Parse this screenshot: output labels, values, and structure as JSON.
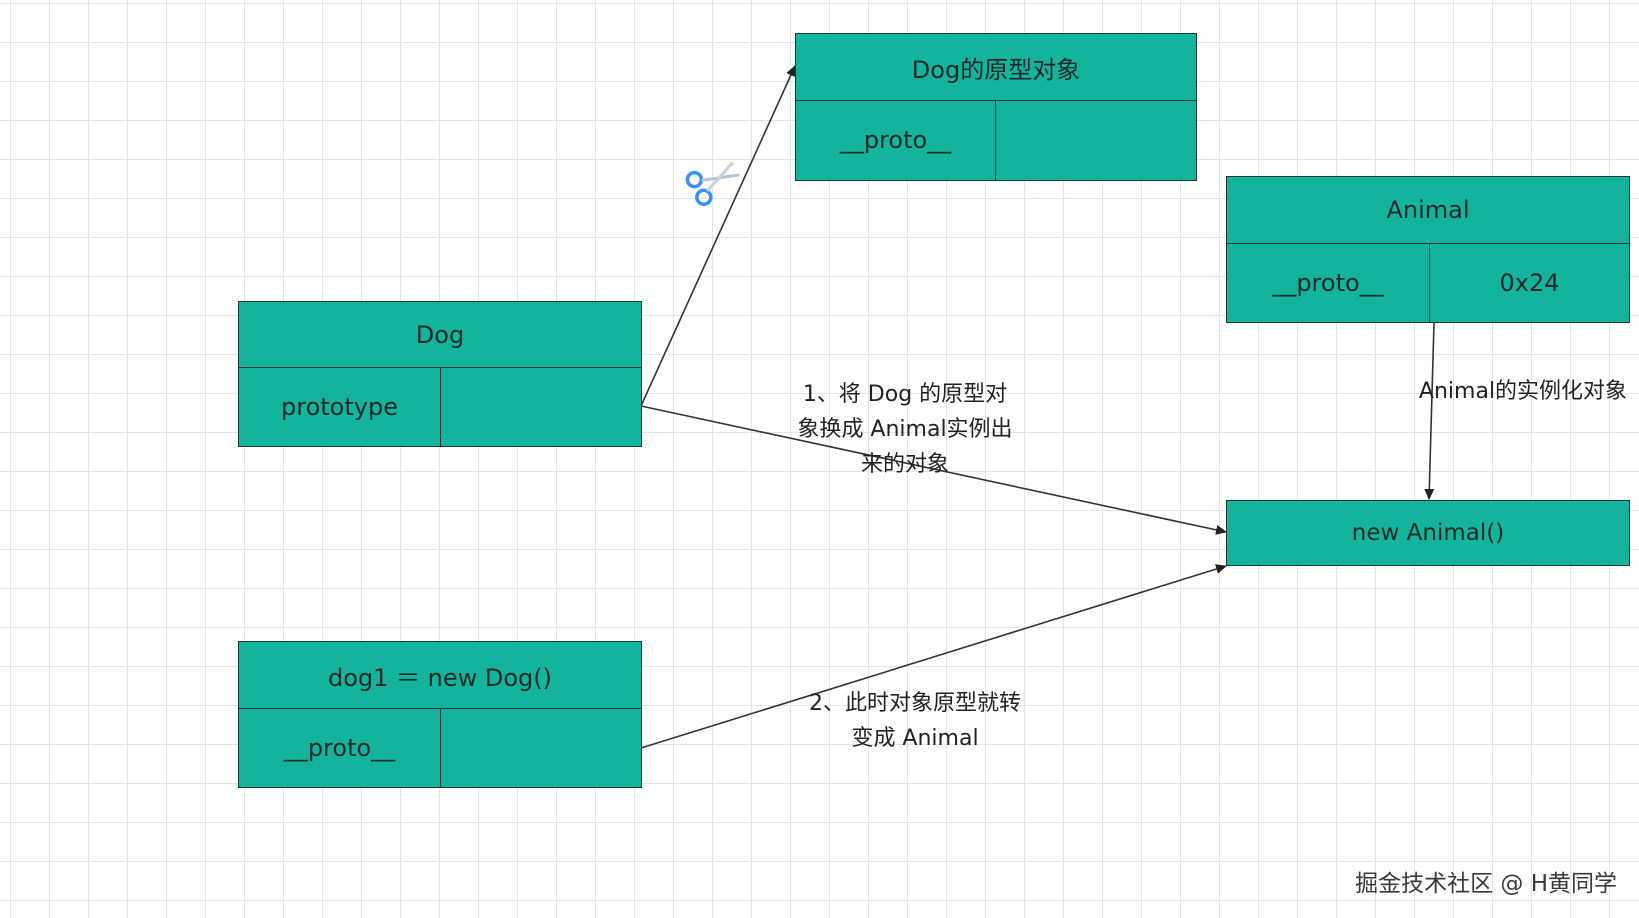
{
  "nodes": {
    "dog_prototype": {
      "title": "Dog的原型对象",
      "left_cell": "__proto__",
      "right_cell": ""
    },
    "animal": {
      "title": "Animal",
      "left_cell": "__proto__",
      "right_cell": "0x24"
    },
    "dog": {
      "title": "Dog",
      "left_cell": "prototype",
      "right_cell": ""
    },
    "dog1": {
      "title": "dog1 ＝ new Dog()",
      "left_cell": "__proto__",
      "right_cell": ""
    },
    "new_animal": {
      "title": "new Animal()"
    }
  },
  "edge_labels": {
    "step1": "1、将 Dog 的原型对象换成 Animal实例出来的对象",
    "step2": "2、此时对象原型就转变成 Animal",
    "animal_instance": "Animal的实例化对象"
  },
  "icons": {
    "cut_marker": "scissors-icon"
  },
  "colors": {
    "node_fill": "#14b39b",
    "node_border": "#1f3a36",
    "grid": "#e4e4e4",
    "scissors": "#3e8ef7"
  },
  "watermark": "掘金技术社区 @ H黄同学"
}
